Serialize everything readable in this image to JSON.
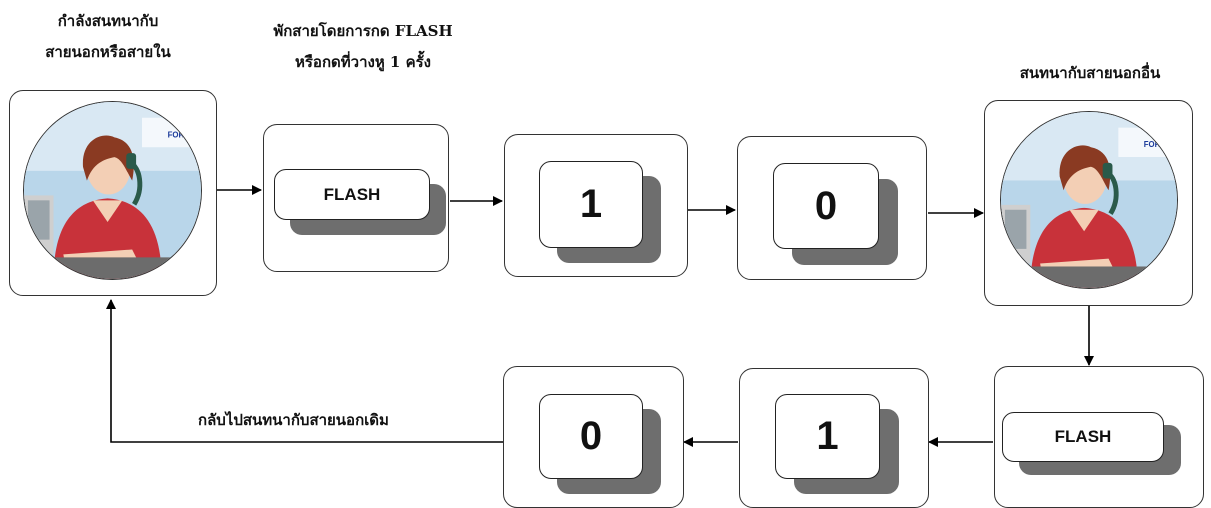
{
  "captions": {
    "start": [
      "กำลังสนทนากับ",
      "สายนอกหรือสายใน"
    ],
    "hold": [
      "พักสายโดยการกด FLASH",
      "หรือกดที่วางหู 1 ครั้ง"
    ],
    "other": "สนทนากับสายนอกอื่น",
    "return": "กลับไปสนทนากับสายนอกเดิม"
  },
  "keys": {
    "top_flash": "FLASH",
    "top_1": "1",
    "top_0": "0",
    "bottom_flash": "FLASH",
    "bottom_1": "1",
    "bottom_0": "0"
  },
  "portrait": {
    "logo": "FORTH"
  },
  "colors": {
    "jacket": "#c8323a",
    "background": "#b9d6ea",
    "line": "#000000"
  }
}
